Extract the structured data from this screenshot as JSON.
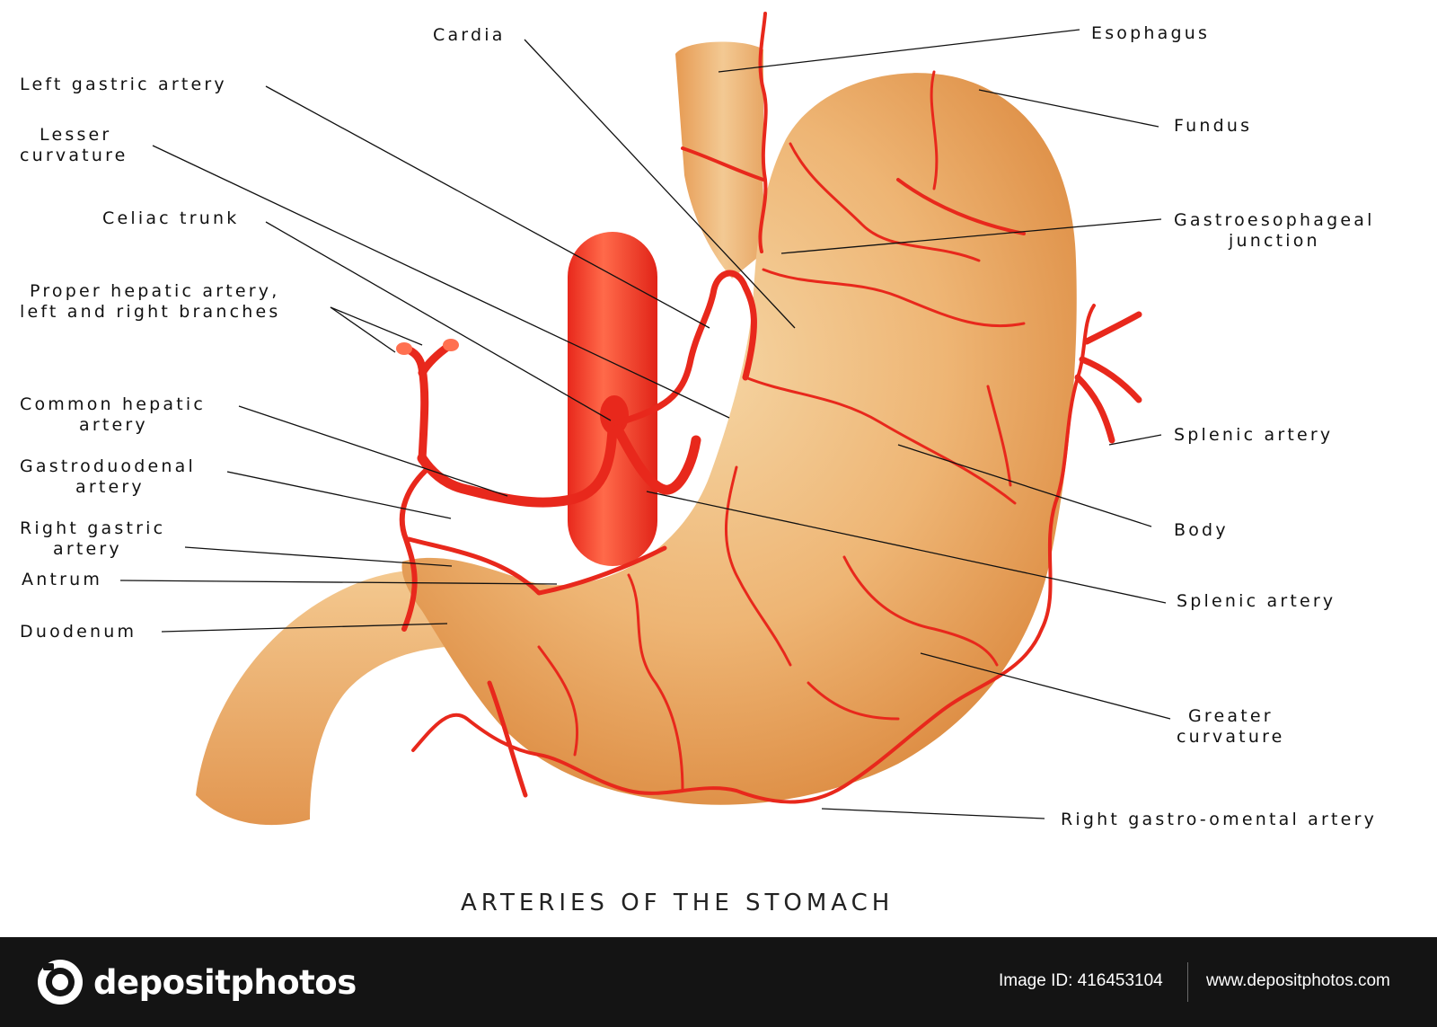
{
  "title": "ARTERIES OF THE STOMACH",
  "labels": {
    "cardia": "Cardia",
    "left_gastric_artery": "Left gastric artery",
    "lesser_curvature_1": "Lesser",
    "lesser_curvature_2": "curvature",
    "celiac_trunk": "Celiac trunk",
    "proper_hepatic_1": "Proper hepatic artery,",
    "proper_hepatic_2": "left and right branches",
    "common_hepatic_1": "Common hepatic",
    "common_hepatic_2": "artery",
    "gastroduodenal_1": "Gastroduodenal",
    "gastroduodenal_2": "artery",
    "right_gastric_1": "Right gastric",
    "right_gastric_2": "artery",
    "antrum": "Antrum",
    "duodenum": "Duodenum",
    "esophagus": "Esophagus",
    "fundus": "Fundus",
    "gastroesophageal_1": "Gastroesophageal",
    "gastroesophageal_2": "junction",
    "splenic_artery_upper": "Splenic artery",
    "body": "Body",
    "splenic_artery_lower": "Splenic artery",
    "greater_curvature_1": "Greater",
    "greater_curvature_2": "curvature",
    "right_gastro_omental": "Right gastro-omental artery"
  },
  "footer": {
    "brand": "depositphotos",
    "image_id": "Image ID: 416453104",
    "site": "www.depositphotos.com"
  },
  "colors": {
    "artery": "#e8281c",
    "stomach_light": "#f2c58a",
    "stomach_dark": "#dd8a3e",
    "aorta": "#ef3b24",
    "footer_bg": "#141414"
  }
}
